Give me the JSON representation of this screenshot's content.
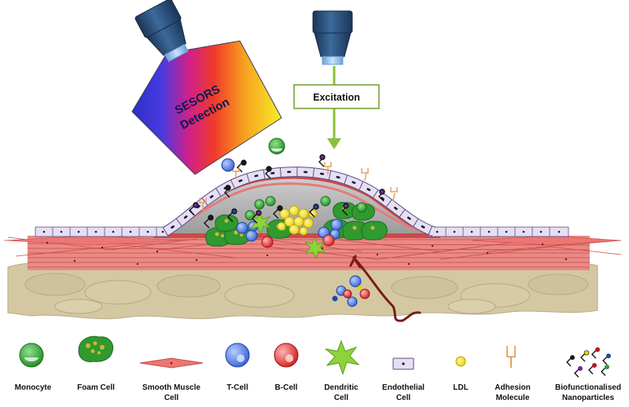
{
  "detection": {
    "line1": "SESORS",
    "line2": "Detection"
  },
  "excitation": {
    "label": "Excitation"
  },
  "legend": {
    "monocyte": "Monocyte",
    "foam_cell": "Foam Cell",
    "smooth_muscle_l1": "Smooth Muscle",
    "smooth_muscle_l2": "Cell",
    "t_cell": "T-Cell",
    "b_cell": "B-Cell",
    "dendritic_l1": "Dendritic",
    "dendritic_l2": "Cell",
    "endothelial_l1": "Endothelial",
    "endothelial_l2": "Cell",
    "ldl": "LDL",
    "adhesion_l1": "Adhesion",
    "adhesion_l2": "Molecule",
    "nano_l1": "Biofunctionalised",
    "nano_l2": "Nanoparticles"
  },
  "colors": {
    "monocyte": "#2aa02a",
    "foam_cell": "#2f9a2f",
    "smooth_muscle": "#e96b6b",
    "t_cell": "#3f6fe0",
    "b_cell": "#e02020",
    "dendritic": "#8cd43a",
    "endothelial": "#e6dff3",
    "ldl": "#f2e21a",
    "adhesion": "#e8b07a",
    "excitation_arrow": "#8cbf3c",
    "objective": "#2d4f78"
  },
  "icons": {
    "objective_left": "microscope-objective-icon",
    "objective_right": "microscope-objective-icon",
    "arrow": "down-arrow-icon"
  }
}
